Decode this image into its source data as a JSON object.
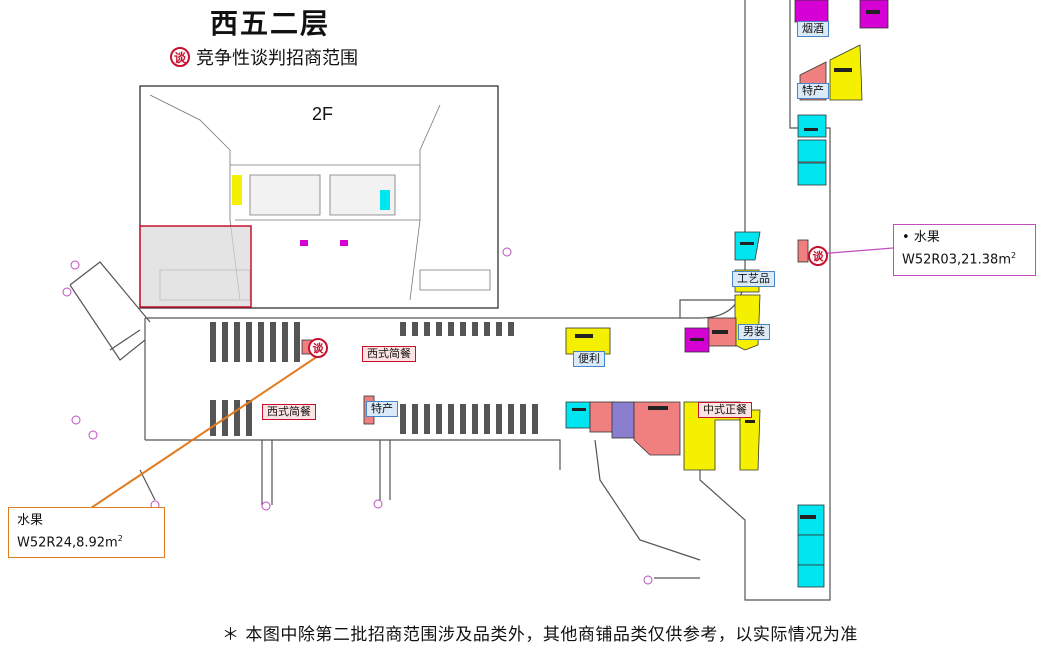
{
  "title": "西五二层",
  "legend": {
    "icon_char": "谈",
    "text": "竞争性谈判招商范围"
  },
  "inset": {
    "label": "2F"
  },
  "shop_labels": {
    "tobacco": "烟酒",
    "specialty_top": "特产",
    "crafts": "工艺品",
    "menswear": "男装",
    "convenience": "便利",
    "western_1": "西式简餐",
    "western_2": "西式简餐",
    "specialty_mid": "特产",
    "chinese": "中式正餐"
  },
  "callouts": {
    "left": {
      "line1": "水果",
      "line2": "W52R24,8.92m",
      "sup": "2"
    },
    "right": {
      "bullet": "•",
      "line1": "水果",
      "line2": "W52R03,21.38m",
      "sup": "2"
    }
  },
  "footnote": "＊ 本图中除第二批招商范围涉及品类外，其他商铺品类仅供参考，以实际情况为准",
  "colors": {
    "accent_red": "#c8102e",
    "cyan": "#00e5f0",
    "yellow": "#f5f000",
    "magenta": "#d400d4",
    "pink": "#f08080",
    "orange_line": "#e07b20",
    "purple_line": "#c04ec0"
  }
}
